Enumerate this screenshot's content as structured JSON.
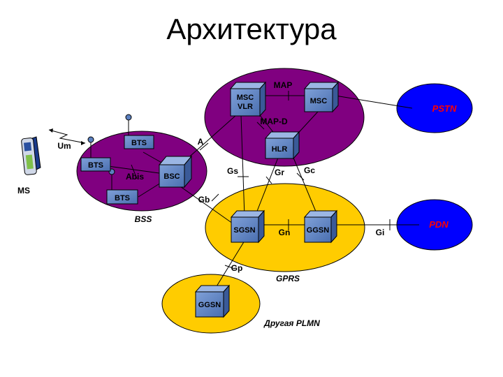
{
  "title": "Архитектура",
  "colors": {
    "core_ellipse": "#800080",
    "bss_ellipse": "#800080",
    "gprs_ellipse": "#ffcc00",
    "other_plmn_ellipse": "#ffcc00",
    "external_network": "#0000ff",
    "external_label": "#ff0000",
    "node_box": "#5b80c0"
  },
  "nodes": {
    "msc_vlr_line1": "MSC",
    "msc_vlr_line2": "VLR",
    "msc": "MSC",
    "hlr": "HLR",
    "bts_top": "BTS",
    "bts_left": "BTS",
    "bts_bottom": "BTS",
    "bsc": "BSC",
    "sgsn": "SGSN",
    "ggsn": "GGSN",
    "ggsn_other": "GGSN",
    "ms": "MS"
  },
  "networks": {
    "pstn": "PSTN",
    "pdn": "PDN",
    "bss": "BSS",
    "gprs": "GPRS",
    "other_plmn": "Другая PLMN"
  },
  "interfaces": {
    "map": "MAP",
    "map_d": "MAP-D",
    "a": "A",
    "gs": "Gs",
    "gr": "Gr",
    "gc": "Gc",
    "gb": "Gb",
    "gn": "Gn",
    "gi": "Gi",
    "gp": "Gp",
    "abis": "Abis",
    "um": "Um"
  }
}
